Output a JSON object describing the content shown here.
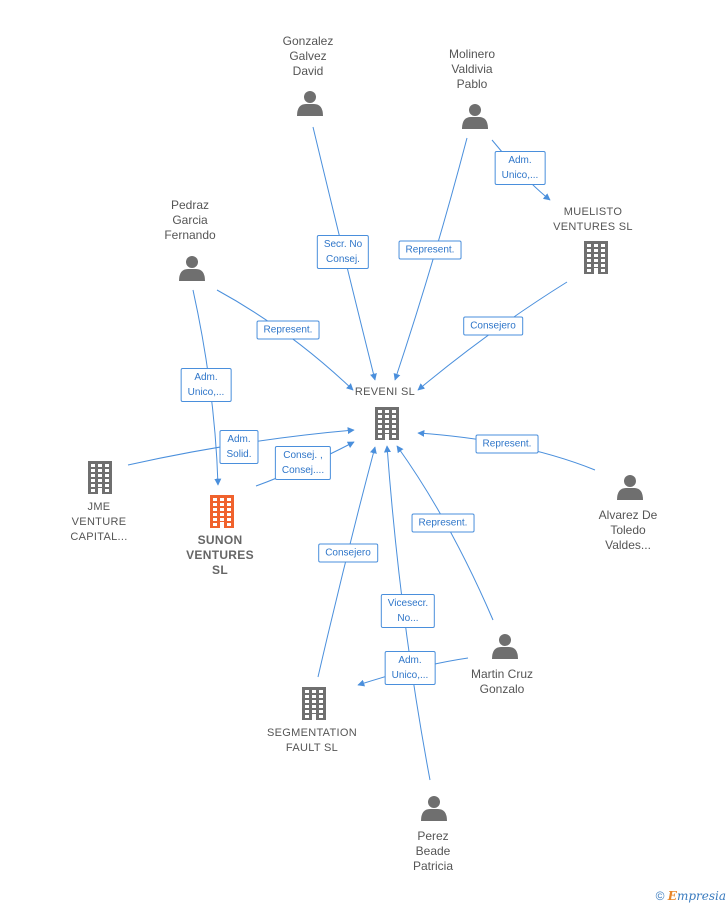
{
  "nodes": {
    "reveni": {
      "type": "company",
      "lines": [
        "REVENI  SL"
      ]
    },
    "muelisto": {
      "type": "company",
      "lines": [
        "MUELISTO",
        "VENTURES  SL"
      ]
    },
    "jme": {
      "type": "company",
      "lines": [
        "JME",
        "VENTURE",
        "CAPITAL..."
      ]
    },
    "sunon": {
      "type": "company",
      "focus": true,
      "lines": [
        "SUNON",
        "VENTURES",
        "SL"
      ]
    },
    "segmentation": {
      "type": "company",
      "lines": [
        "SEGMENTATION",
        "FAULT  SL"
      ]
    },
    "gonzalez": {
      "type": "person",
      "lines": [
        "Gonzalez",
        "Galvez",
        "David"
      ]
    },
    "molinero": {
      "type": "person",
      "lines": [
        "Molinero",
        "Valdivia",
        "Pablo"
      ]
    },
    "pedraz": {
      "type": "person",
      "lines": [
        "Pedraz",
        "Garcia",
        "Fernando"
      ]
    },
    "alvarez": {
      "type": "person",
      "lines": [
        "Alvarez De",
        "Toledo",
        "Valdes..."
      ]
    },
    "martin": {
      "type": "person",
      "lines": [
        "Martin Cruz",
        "Gonzalo"
      ]
    },
    "perez": {
      "type": "person",
      "lines": [
        "Perez",
        "Beade",
        "Patricia"
      ]
    }
  },
  "edges": [
    {
      "from": "gonzalez",
      "to": "reveni",
      "label": [
        "Secr.  No",
        "Consej."
      ]
    },
    {
      "from": "molinero",
      "to": "reveni",
      "label": [
        "Represent."
      ]
    },
    {
      "from": "molinero",
      "to": "muelisto",
      "label": [
        "Adm.",
        "Unico,..."
      ]
    },
    {
      "from": "muelisto",
      "to": "reveni",
      "label": [
        "Consejero"
      ]
    },
    {
      "from": "pedraz",
      "to": "reveni",
      "label": [
        "Represent."
      ]
    },
    {
      "from": "pedraz",
      "to": "sunon",
      "label": [
        "Adm.",
        "Unico,..."
      ]
    },
    {
      "from": "jme",
      "to": "reveni",
      "label": [
        "Adm.",
        "Solid."
      ]
    },
    {
      "from": "sunon",
      "to": "reveni",
      "label": [
        "Consej. ,",
        "Consej...."
      ]
    },
    {
      "from": "alvarez",
      "to": "reveni",
      "label": [
        "Represent."
      ]
    },
    {
      "from": "martin",
      "to": "reveni",
      "label": [
        "Represent."
      ]
    },
    {
      "from": "segmentation",
      "to": "reveni",
      "label": [
        "Consejero"
      ]
    },
    {
      "from": "perez",
      "to": "reveni",
      "label": [
        "Vicesecr.",
        "No..."
      ]
    },
    {
      "from": "perez",
      "to": "segmentation",
      "label": [
        "Adm.",
        "Unico,..."
      ]
    }
  ],
  "colors": {
    "edge": "#4a8fdc",
    "icon": "#6f6f6f",
    "focus": "#f0622d"
  },
  "footer": {
    "copyright": "©",
    "brand": "mpresia",
    "brand_initial": "E"
  }
}
